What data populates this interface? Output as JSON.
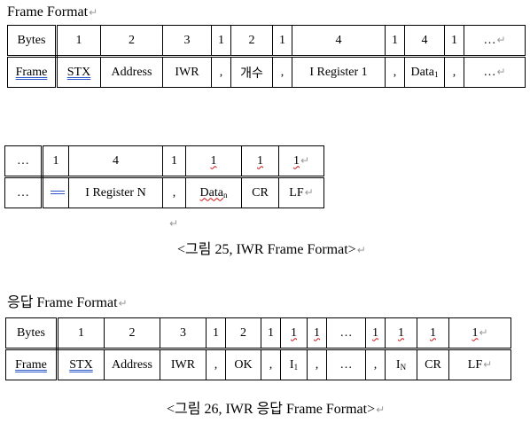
{
  "section1_heading": "Frame Format",
  "table1": {
    "header": [
      "Bytes",
      "1",
      "2",
      "3",
      "1",
      "2",
      "1",
      "4",
      "1",
      "4",
      "1",
      "…"
    ],
    "row": [
      "Frame",
      "STX",
      "Address",
      "IWR",
      ",",
      "개수",
      ",",
      "I Register 1",
      ",",
      "Data",
      ",",
      "…"
    ],
    "data_subscript": "1"
  },
  "table2": {
    "header": [
      "…",
      "1",
      "4",
      "1",
      "1",
      "1",
      "1"
    ],
    "row": [
      "…",
      "",
      "I Register N",
      ",",
      "Data",
      "CR",
      "LF"
    ],
    "data_subscript": "n"
  },
  "caption1": "<그림 25, IWR Frame Format>",
  "section2_heading": "응답 Frame Format",
  "table3": {
    "header": [
      "Bytes",
      "1",
      "2",
      "3",
      "1",
      "2",
      "1",
      "1",
      "1",
      "…",
      "1",
      "1",
      "1",
      "1"
    ],
    "row": [
      "Frame",
      "STX",
      "Address",
      "IWR",
      ",",
      "OK",
      ",",
      "I",
      ",",
      "…",
      ",",
      "I",
      "CR",
      "LF"
    ],
    "i_first_subscript": "1",
    "i_last_subscript": "N"
  },
  "caption2": "<그림 26, IWR 응답 Frame Format>"
}
